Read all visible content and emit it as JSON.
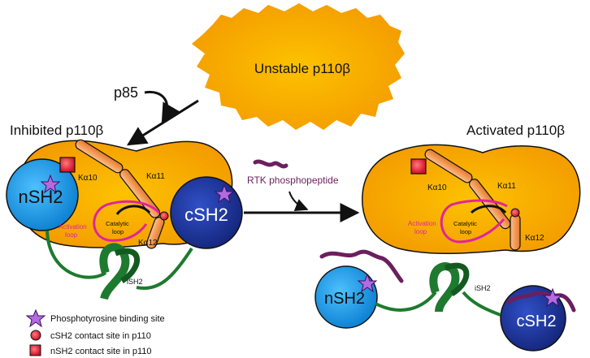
{
  "title_unstable": "Unstable p110β",
  "p85_label": "p85",
  "inhibited_title": "Inhibited p110β",
  "activated_title": "Activated p110β",
  "rtk_label": "RTK phosphopeptide",
  "domains": {
    "nsh2": "nSH2",
    "csh2": "cSH2",
    "ish2": "iSH2",
    "ka10": "Kα10",
    "ka11": "Kα11",
    "ka12": "Kα12",
    "activation_loop_line1": "Activation",
    "activation_loop_line2": "loop",
    "catalytic_loop_line1": "Catalytic",
    "catalytic_loop_line2": "loop"
  },
  "legend": {
    "star": "Phosphotyrosine binding site",
    "circle": "cSH2 contact site in p110",
    "square": "nSH2 contact site in p110"
  },
  "colors": {
    "p110_orange": "#f7a800",
    "nsh2_blue": "#1aa0e8",
    "csh2_navy": "#1f3aa0",
    "helix_orange": "#f4a060",
    "ish2_green": "#1d7a2e",
    "magenta": "#e0259a",
    "peptide_purple": "#6b1f5e",
    "contact_red": "#e0263a",
    "star_purple": "#b26be0"
  }
}
